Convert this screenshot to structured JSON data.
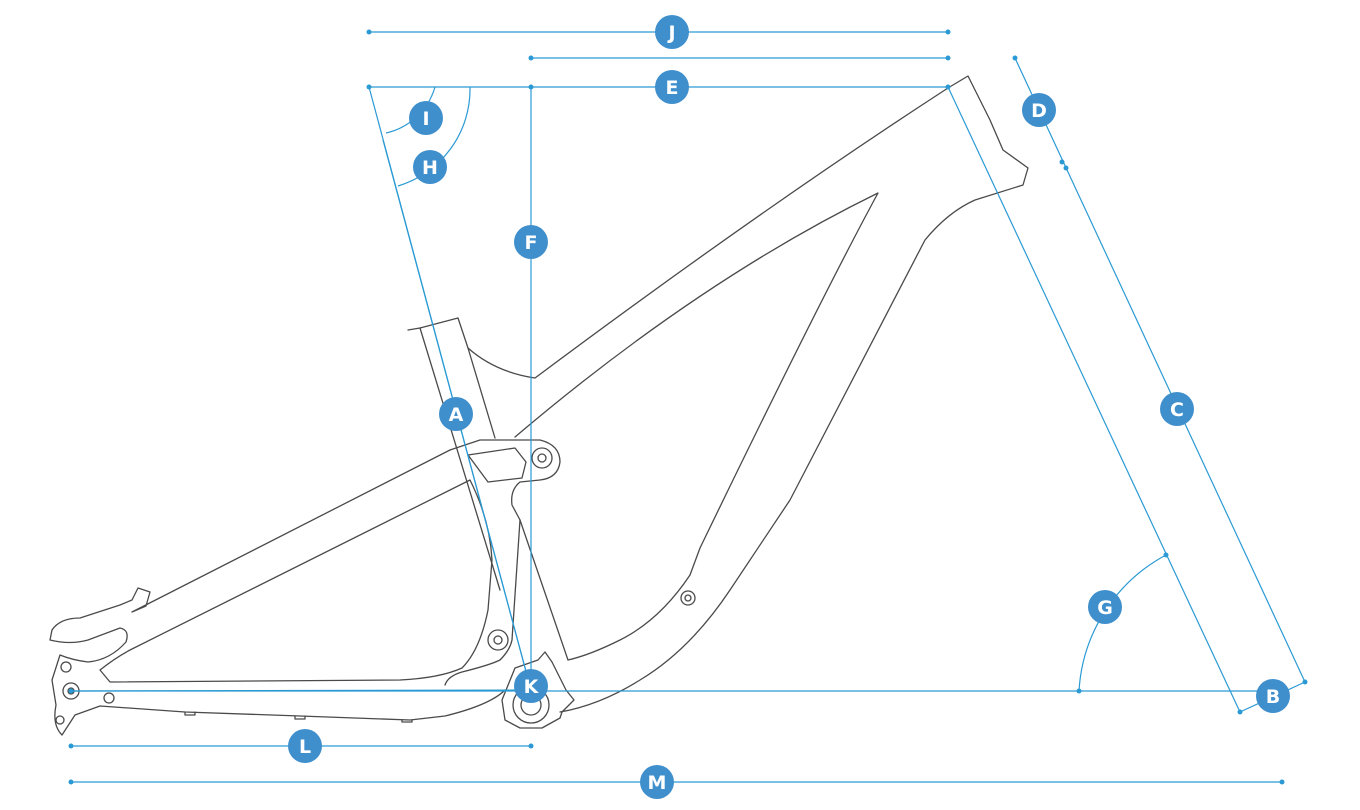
{
  "colors": {
    "measure": "#2b9ad4",
    "badge": "#3f8fcd",
    "badge_text": "#ffffff",
    "frame": "#4a4a4a"
  },
  "labels": {
    "A": "A",
    "B": "B",
    "C": "C",
    "D": "D",
    "E": "E",
    "F": "F",
    "G": "G",
    "H": "H",
    "I": "I",
    "J": "J",
    "K": "K",
    "L": "L",
    "M": "M"
  }
}
